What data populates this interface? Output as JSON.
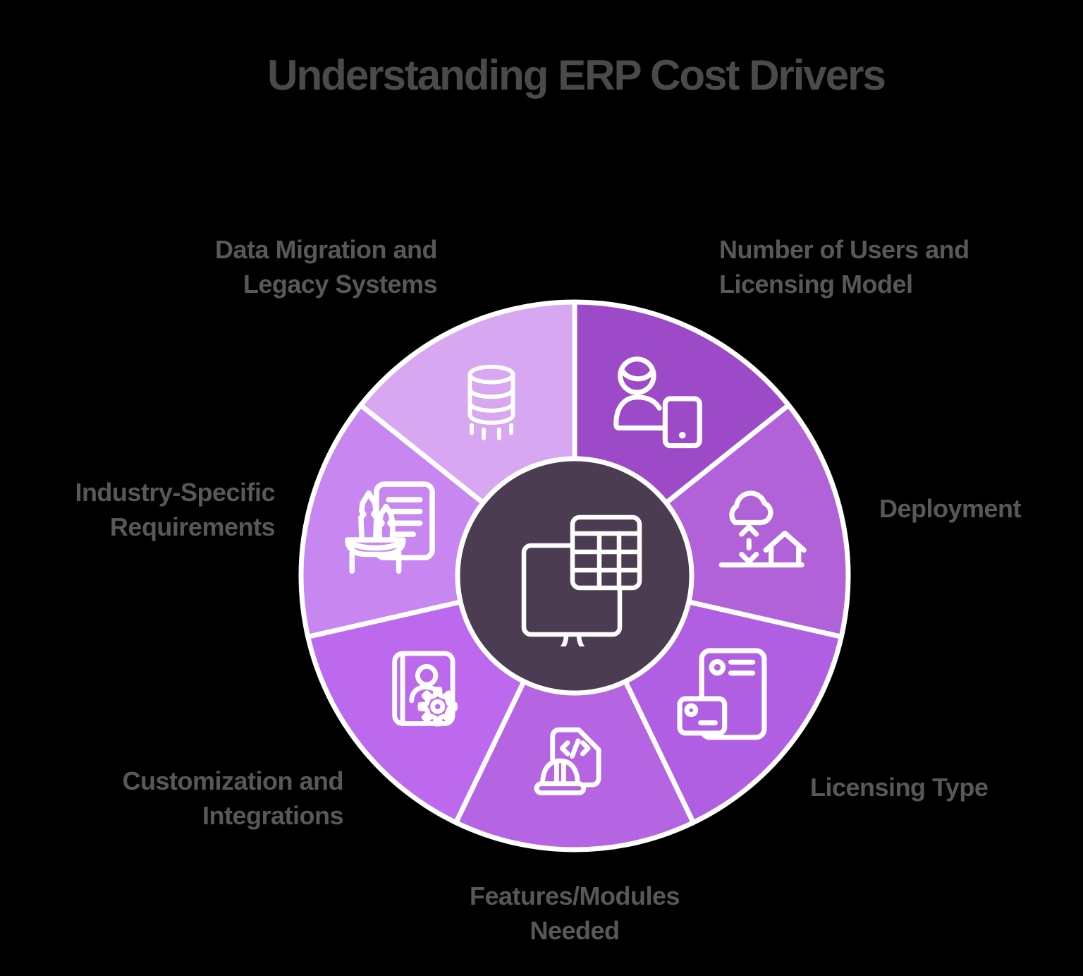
{
  "title": "Understanding ERP Cost Drivers",
  "colors": {
    "background": "#000000",
    "title": "#4a4a4c",
    "label": "#58585a",
    "divider": "#ffffff",
    "center": "#4c3c52"
  },
  "labels": {
    "data_migration": {
      "line1": "Data Migration and",
      "line2": "Legacy Systems"
    },
    "users": {
      "line1": "Number of Users and",
      "line2": "Licensing Model"
    },
    "industry": {
      "line1": "Industry-Specific",
      "line2": "Requirements"
    },
    "deployment": {
      "line1": "Deployment"
    },
    "customization": {
      "line1": "Customization and",
      "line2": "Integrations"
    },
    "licensing_type": {
      "line1": "Licensing Type"
    },
    "features": {
      "line1": "Features/Modules",
      "line2": "Needed"
    }
  },
  "chart_data": {
    "type": "pie",
    "title": "Understanding ERP Cost Drivers",
    "equal_segments": true,
    "segment_count": 7,
    "start_angle_deg": 0,
    "direction": "clockwise",
    "legend_position": "around",
    "divider_color": "#ffffff",
    "center_color": "#4c3c52",
    "center_icon": "monitor-spreadsheet",
    "segments": [
      {
        "id": "users-licensing",
        "label": "Number of Users and Licensing Model",
        "value": 1,
        "color": "#9d4ac9",
        "icon": "user-device"
      },
      {
        "id": "deployment",
        "label": "Deployment",
        "value": 1,
        "color": "#b162d9",
        "icon": "cloud-sync-home"
      },
      {
        "id": "licensing-type",
        "label": "Licensing Type",
        "value": 1,
        "color": "#b15fe2",
        "icon": "license-cards"
      },
      {
        "id": "features-modules",
        "label": "Features/Modules Needed",
        "value": 1,
        "color": "#b565e1",
        "icon": "code-hardhat"
      },
      {
        "id": "customization-integrations",
        "label": "Customization and Integrations",
        "value": 1,
        "color": "#bd69ee",
        "icon": "contacts-gear"
      },
      {
        "id": "industry-specific",
        "label": "Industry-Specific Requirements",
        "value": 1,
        "color": "#c886f0",
        "icon": "industry-doc"
      },
      {
        "id": "data-migration",
        "label": "Data Migration and Legacy Systems",
        "value": 1,
        "color": "#d8a7f2",
        "icon": "database-flow"
      }
    ]
  }
}
